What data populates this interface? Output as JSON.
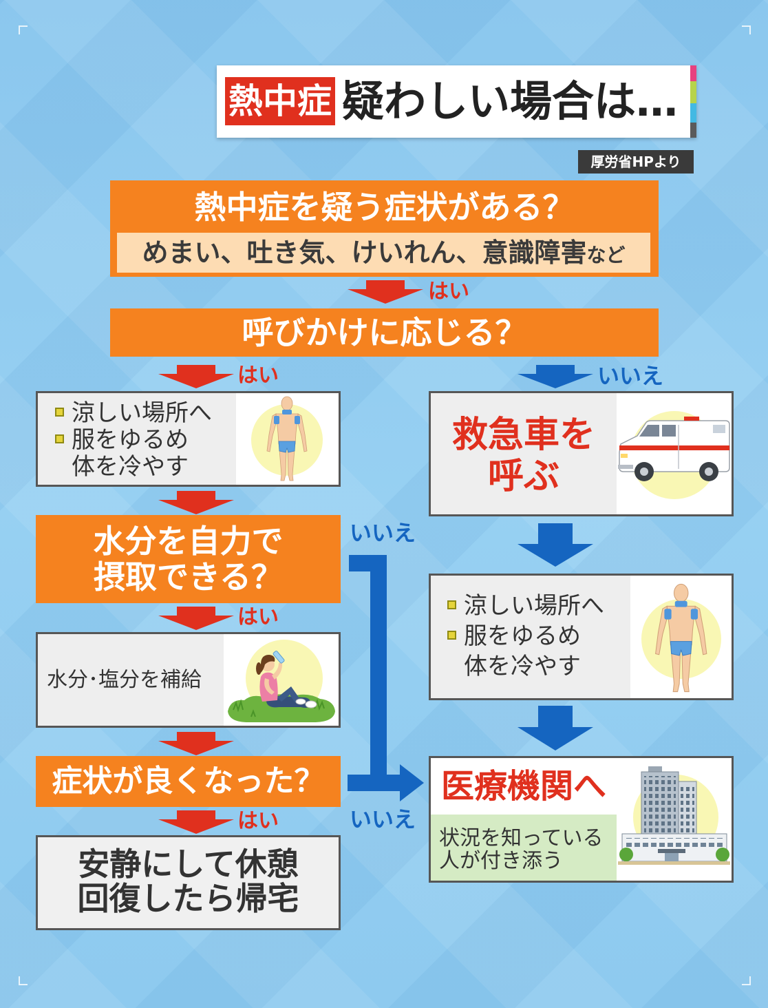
{
  "title": {
    "tag": "熱中症",
    "main": "疑わしい場合は…"
  },
  "source": "厚労省HPより",
  "labels": {
    "yes": "はい",
    "no": "いいえ"
  },
  "q1": {
    "question": "熱中症を疑う症状がある？",
    "symptoms": "めまい、吐き気、けいれん、意識障害",
    "symptoms_suffix": "など"
  },
  "q2": {
    "question": "呼びかけに応じる？"
  },
  "cooling_left": {
    "items": [
      "涼しい場所へ",
      "服をゆるめ"
    ],
    "continuation": "体を冷やす"
  },
  "q3": {
    "lines": [
      "水分を自力で",
      "摂取できる？"
    ]
  },
  "hydrate": {
    "text": "水分･塩分を補給"
  },
  "q4": {
    "question": "症状が良くなった？"
  },
  "rest": {
    "lines": [
      "安静にして休憩",
      "回復したら帰宅"
    ]
  },
  "ambulance": {
    "lines": [
      "救急車を",
      "呼ぶ"
    ]
  },
  "cooling_right": {
    "items": [
      "涼しい場所へ",
      "服をゆるめ"
    ],
    "continuation": "体を冷やす"
  },
  "hospital": {
    "title": "医療機関へ",
    "note_lines": [
      "状況を知っている",
      "人が付き添う"
    ]
  },
  "icons": {
    "cooling_figure": "body-cooling-icon",
    "hydration_figure": "drinking-water-icon",
    "ambulance": "ambulance-icon",
    "hospital": "hospital-building-icon",
    "arrow": "arrow-down-icon",
    "bullet": "square-bullet-icon"
  },
  "colors": {
    "orange": "#f5821f",
    "red": "#e0301e",
    "blue": "#1565c0",
    "peach": "#fddcb3",
    "panel_gray": "#eeeeee",
    "note_green": "#d5ebc4",
    "background": "#8fcbef"
  }
}
